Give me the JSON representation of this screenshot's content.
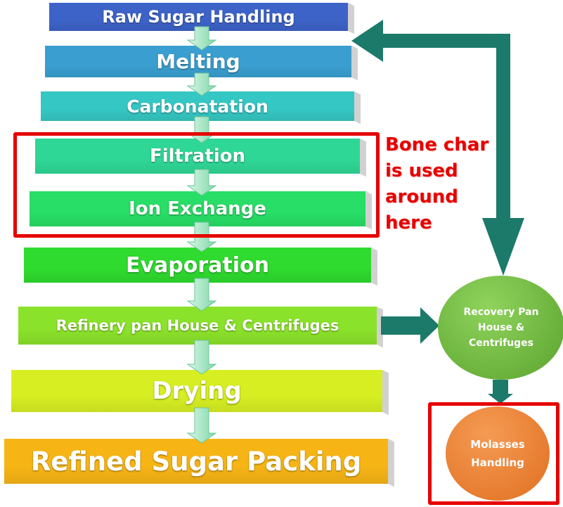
{
  "steps": [
    {
      "label": "Raw Sugar Handling",
      "color": "#3d63c8"
    },
    {
      "label": "Melting",
      "color": "#3a9fd0"
    },
    {
      "label": "Carbonatation",
      "color": "#35c7c3"
    },
    {
      "label": "Filtration",
      "color": "#2fd796"
    },
    {
      "label": "Ion Exchange",
      "color": "#28de66"
    },
    {
      "label": "Evaporation",
      "color": "#2edb2e"
    },
    {
      "label": "Refinery pan House & Centrifuges",
      "color": "#8be22a"
    },
    {
      "label": "Drying",
      "color": "#d7ef22"
    },
    {
      "label": "Refined Sugar Packing",
      "color": "#f7b515"
    }
  ],
  "annotation": {
    "lines": [
      "Bone char",
      "is used",
      "around",
      "here"
    ],
    "color": "#e60000"
  },
  "recovery": {
    "lines": [
      "Recovery Pan",
      "House &",
      "Centrifuges"
    ],
    "color": "#6cb63c"
  },
  "molasses": {
    "lines": [
      "Molasses",
      "Handling"
    ],
    "color": "#ee7f2d"
  },
  "connector_color": "#1c7a6a",
  "flow_arrow_color": "#9be8c4"
}
